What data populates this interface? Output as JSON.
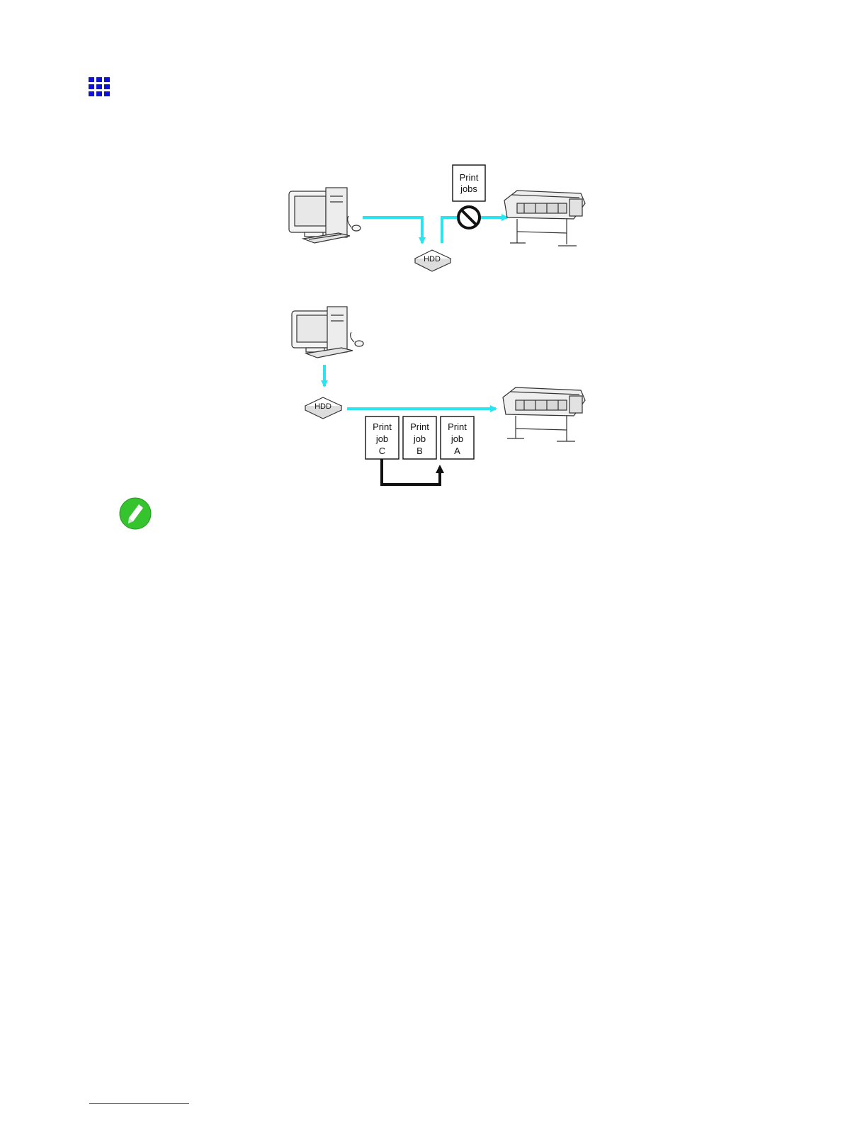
{
  "icons": {
    "nav": "grid-menu-icon",
    "note": "note-pencil-icon"
  },
  "colors": {
    "accent_blue": "#1010dd",
    "flow_cyan": "#27e6f2",
    "note_green": "#35c42d",
    "line_black": "#111111",
    "footer_rule": "#2a2aa8"
  },
  "diagram_top": {
    "hdd_label": "HDD",
    "print_jobs_line1": "Print",
    "print_jobs_line2": "jobs"
  },
  "diagram_bottom": {
    "hdd_label": "HDD",
    "jobs": [
      {
        "l1": "Print",
        "l2": "job",
        "l3": "C"
      },
      {
        "l1": "Print",
        "l2": "job",
        "l3": "B"
      },
      {
        "l1": "Print",
        "l2": "job",
        "l3": "A"
      }
    ]
  }
}
